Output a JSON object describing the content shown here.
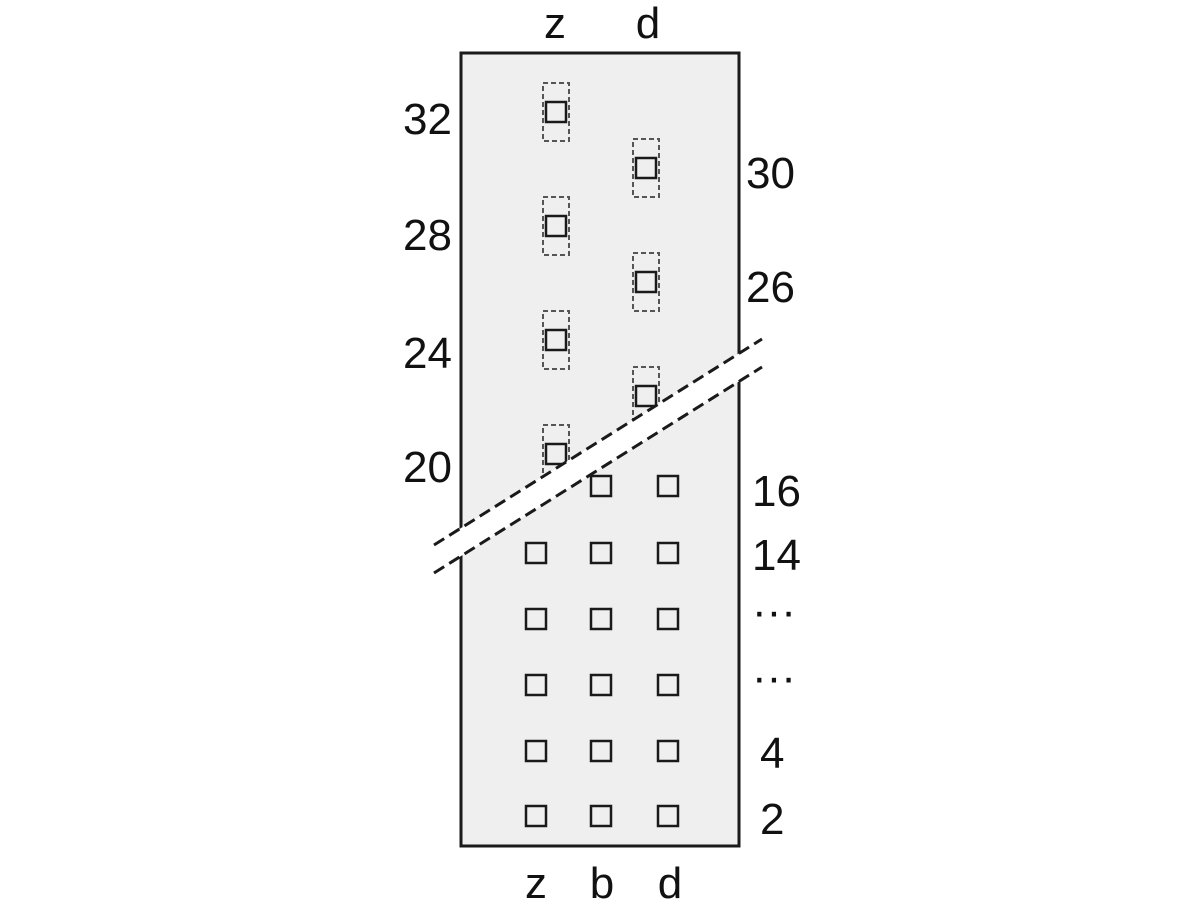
{
  "diagram": {
    "colors": {
      "panel_fill": "#efefef",
      "stroke": "#1a1a1a",
      "dashed_stroke": "#555555",
      "background": "#ffffff"
    },
    "top_column_labels": [
      "z",
      "d"
    ],
    "bottom_column_labels": [
      "z",
      "b",
      "d"
    ],
    "left_row_labels": [
      "32",
      "28",
      "24",
      "20"
    ],
    "right_upper_row_labels": [
      "30",
      "26"
    ],
    "right_lower_row_labels": [
      "16",
      "14",
      "···",
      "···",
      "4",
      "2"
    ],
    "upper_rows": {
      "z": 4,
      "d": 3
    },
    "lower_rows": 6,
    "lower_columns": 3,
    "break_mark": "double-dashed-diagonal"
  }
}
